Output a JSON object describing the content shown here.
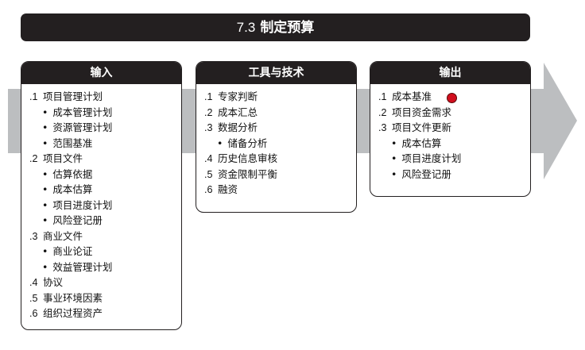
{
  "title": {
    "number": "7.3",
    "text": "制定预算"
  },
  "colors": {
    "header_bg": "#231f20",
    "arrow": "#bcbec0",
    "marker": "#d10f1e"
  },
  "columns": [
    {
      "header": "输入",
      "items": [
        {
          "idx": ".1",
          "text": "项目管理计划",
          "level": 0
        },
        {
          "text": "成本管理计划",
          "level": 1
        },
        {
          "text": "资源管理计划",
          "level": 1
        },
        {
          "text": "范围基准",
          "level": 1
        },
        {
          "idx": ".2",
          "text": "项目文件",
          "level": 0
        },
        {
          "text": "估算依据",
          "level": 1
        },
        {
          "text": "成本估算",
          "level": 1
        },
        {
          "text": "项目进度计划",
          "level": 1
        },
        {
          "text": "风险登记册",
          "level": 1
        },
        {
          "idx": ".3",
          "text": "商业文件",
          "level": 0
        },
        {
          "text": "商业论证",
          "level": 1
        },
        {
          "text": "效益管理计划",
          "level": 1
        },
        {
          "idx": ".4",
          "text": "协议",
          "level": 0
        },
        {
          "idx": ".5",
          "text": "事业环境因素",
          "level": 0
        },
        {
          "idx": ".6",
          "text": "组织过程资产",
          "level": 0
        }
      ]
    },
    {
      "header": "工具与技术",
      "items": [
        {
          "idx": ".1",
          "text": "专家判断",
          "level": 0
        },
        {
          "idx": ".2",
          "text": "成本汇总",
          "level": 0
        },
        {
          "idx": ".3",
          "text": "数据分析",
          "level": 0
        },
        {
          "text": "储备分析",
          "level": 1
        },
        {
          "idx": ".4",
          "text": "历史信息审核",
          "level": 0
        },
        {
          "idx": ".5",
          "text": "资金限制平衡",
          "level": 0
        },
        {
          "idx": ".6",
          "text": "融资",
          "level": 0
        }
      ]
    },
    {
      "header": "输出",
      "items": [
        {
          "idx": ".1",
          "text": "成本基准",
          "level": 0
        },
        {
          "idx": ".2",
          "text": "项目资金需求",
          "level": 0
        },
        {
          "idx": ".3",
          "text": "项目文件更新",
          "level": 0
        },
        {
          "text": "成本估算",
          "level": 1
        },
        {
          "text": "项目进度计划",
          "level": 1
        },
        {
          "text": "风险登记册",
          "level": 1
        }
      ]
    }
  ]
}
